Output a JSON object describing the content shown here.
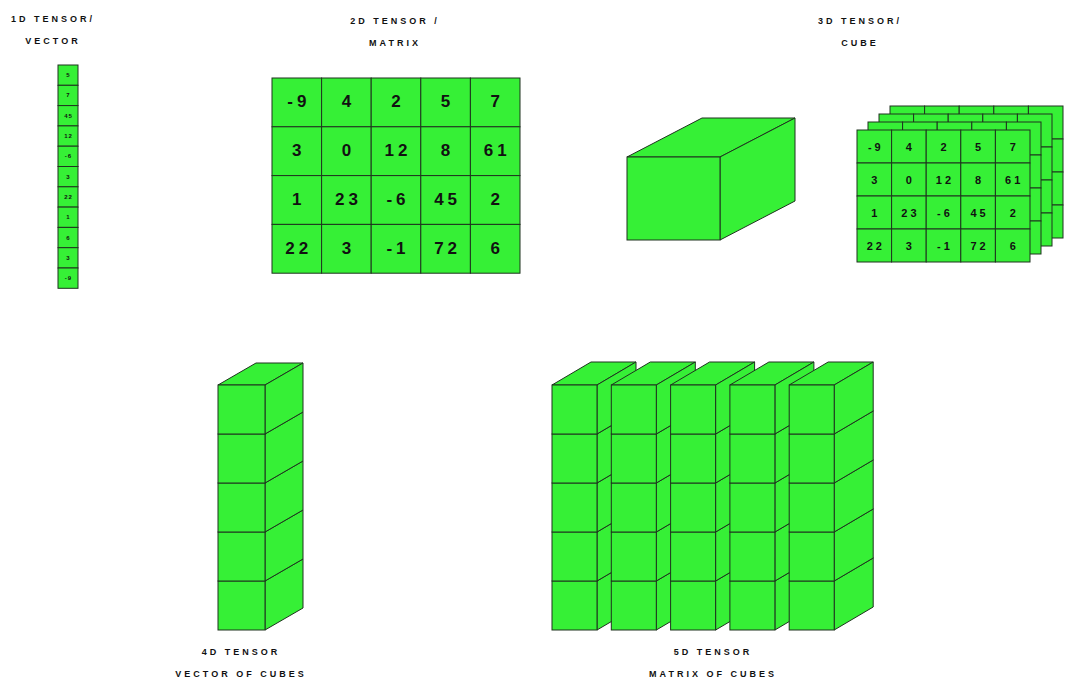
{
  "diagram": {
    "labels": [
      "1D TENSOR/ VECTOR",
      "2D TENSOR / MATRIX",
      "3D TENSOR/ CUBE",
      "4D TENSOR VECTOR OF CUBES",
      "5D TENSOR MATRIX OF CUBES",
      "5",
      "7",
      "45",
      "12",
      "-6",
      "3",
      "22",
      "1",
      "6",
      "3",
      "-9",
      "-9",
      "4",
      "2",
      "5",
      "7",
      "3",
      "0",
      "12",
      "8",
      "61",
      "1",
      "23",
      "-6",
      "45",
      "2",
      "22",
      "3",
      "-1",
      "72",
      "6",
      "-9",
      "4",
      "2",
      "5",
      "7",
      "3",
      "0",
      "12",
      "8",
      "61",
      "1",
      "23",
      "-6",
      "45",
      "2",
      "22",
      "3",
      "-1",
      "72",
      "6"
    ]
  }
}
